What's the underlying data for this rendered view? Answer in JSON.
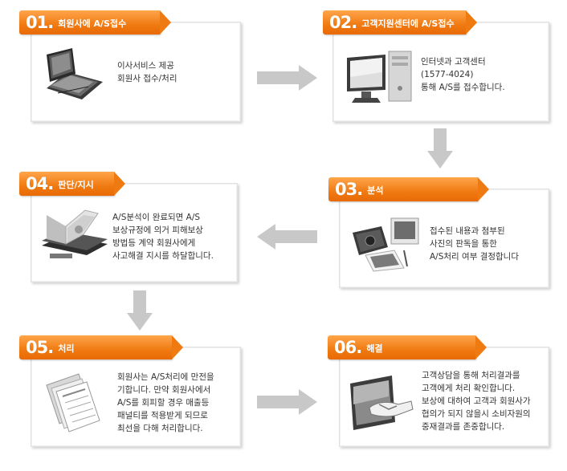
{
  "steps": [
    {
      "num": "01.",
      "title": "회원사에 A/S접수",
      "lines": [
        "이사서비스 제공",
        "회원사 접수/처리"
      ]
    },
    {
      "num": "02.",
      "title": "고객지원센터에 A/S접수",
      "lines": [
        "인터넷과 고객센터",
        "(1577-4024)",
        "통해 A/S를 접수합니다."
      ]
    },
    {
      "num": "03.",
      "title": "분석",
      "lines": [
        "접수된 내용과 첨부된",
        "사진의 판독을 통한",
        "A/S처리 여부 결정합니다"
      ]
    },
    {
      "num": "04.",
      "title": "판단/지시",
      "lines": [
        "A/S분석이 완료되면 A/S",
        "보상규정에 의거 피해보상",
        "방법등 계약 회원사에게",
        "사고해결 지시를 하달합니다."
      ]
    },
    {
      "num": "05.",
      "title": "처리",
      "lines": [
        "회원사는 A/S처리에 만전을",
        "기합니다. 만약 회원사에서",
        "A/S를 회피할 경우 매출등",
        "패널티를 적용받게 되므로",
        "최선을 다해 처리합니다."
      ]
    },
    {
      "num": "06.",
      "title": "해결",
      "lines": [
        "고객상담을 통해 처리결과를",
        "고객에게 처리 확인합니다.",
        "보상에 대하여 고객과 회원사가",
        "협의가 되지 않을시 소비자원의",
        "중재결과를 존중합니다."
      ]
    }
  ],
  "icons": [
    "laptop-icon",
    "desktop-computer-icon",
    "camera-photos-icon",
    "book-binder-icon",
    "documents-icon",
    "handshake-icon",
    "arrow-right-icon",
    "arrow-down-icon",
    "arrow-left-icon"
  ],
  "colors": {
    "tab_orange": "#f07a12",
    "arrow_gray": "#c8c8c8",
    "text": "#333333"
  }
}
